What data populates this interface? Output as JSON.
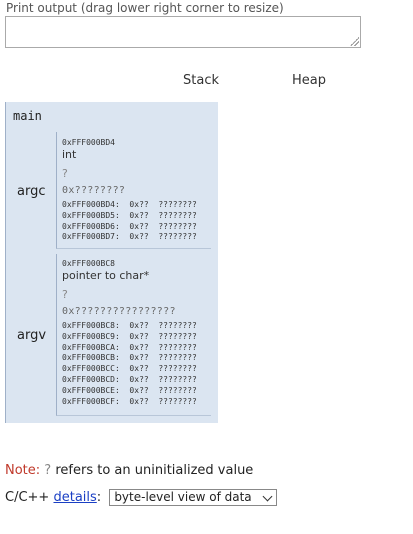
{
  "print_output": {
    "label": "Print output (drag lower right corner to resize)",
    "value": ""
  },
  "headers": {
    "stack": "Stack",
    "heap": "Heap"
  },
  "frame": {
    "name": "main",
    "vars": [
      {
        "name": "argc",
        "address": "0xFFF000BD4",
        "type": "int",
        "value": "?",
        "hex": "0x????????",
        "bytes": [
          "0xFFF000BD4:  0x??  ????????",
          "0xFFF000BD5:  0x??  ????????",
          "0xFFF000BD6:  0x??  ????????",
          "0xFFF000BD7:  0x??  ????????"
        ]
      },
      {
        "name": "argv",
        "address": "0xFFF000BC8",
        "type": "pointer to char*",
        "value": "?",
        "hex": "0x????????????????",
        "bytes": [
          "0xFFF000BC8:  0x??  ????????",
          "0xFFF000BC9:  0x??  ????????",
          "0xFFF000BCA:  0x??  ????????",
          "0xFFF000BCB:  0x??  ????????",
          "0xFFF000BCC:  0x??  ????????",
          "0xFFF000BCD:  0x??  ????????",
          "0xFFF000BCE:  0x??  ????????",
          "0xFFF000BCF:  0x??  ????????"
        ]
      }
    ]
  },
  "note": {
    "label": "Note:",
    "mark": "?",
    "text": "refers to an uninitialized value"
  },
  "details": {
    "prefix": "C/C++",
    "link": "details",
    "colon": ":",
    "select_value": "byte-level view of data"
  }
}
